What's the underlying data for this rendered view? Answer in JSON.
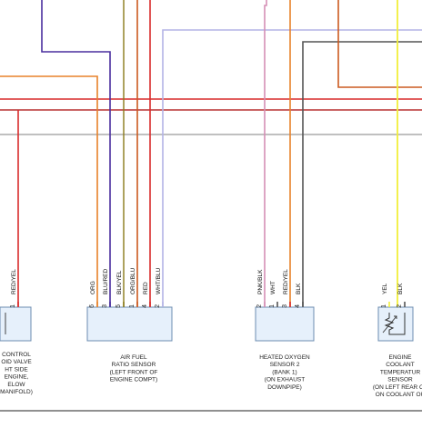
{
  "diagram": {
    "colors": {
      "red": "#d92b2b",
      "dark_red": "#b83232",
      "orange": "#e8822a",
      "blue_red": "#4a2f9e",
      "blk_yel": "#8a7a1a",
      "org_blu": "#cc5a20",
      "wht_blu": "#b4b4e6",
      "pnk_blk": "#d58fb5",
      "blk": "#555555",
      "yel": "#f2ee3a",
      "gray_bus": "#9a9a9a",
      "connector_fill": "#e6f0fb",
      "connector_stroke": "#6c8cb0"
    },
    "components": [
      {
        "id": "purge-solenoid",
        "caption": [
          "CONTROL",
          "OID VALVE",
          "HT SIDE",
          "ENGINE,",
          "ELOW",
          "MANIFOLD)"
        ],
        "pins": [
          {
            "num": "1",
            "wire": "RED/YEL",
            "color": "red"
          }
        ]
      },
      {
        "id": "air-fuel-ratio-sensor",
        "caption": [
          "AIR FUEL",
          "RATIO SENSOR",
          "(LEFT FRONT OF",
          "ENGINE COMPT)"
        ],
        "pins": [
          {
            "num": "6",
            "wire": "ORG",
            "color": "orange"
          },
          {
            "num": "3",
            "wire": "BLU/RED",
            "color": "blue_red"
          },
          {
            "num": "5",
            "wire": "BLK/YEL",
            "color": "blk_yel"
          },
          {
            "num": "1",
            "wire": "ORG/BLU",
            "color": "org_blu"
          },
          {
            "num": "4",
            "wire": "RED",
            "color": "red"
          },
          {
            "num": "2",
            "wire": "WHT/BLU",
            "color": "wht_blu"
          }
        ]
      },
      {
        "id": "heated-oxygen-sensor-2",
        "caption": [
          "HEATED OXYGEN",
          "SENSOR 2",
          "(BANK 1)",
          "(ON EXHAUST",
          "DOWNPIPE)"
        ],
        "pins": [
          {
            "num": "2",
            "wire": "PNK/BLK",
            "color": "pnk_blk"
          },
          {
            "num": "1",
            "wire": "WHT",
            "color": "blk"
          },
          {
            "num": "3",
            "wire": "RED/YEL",
            "color": "red"
          },
          {
            "num": "4",
            "wire": "BLK",
            "color": "blk"
          }
        ]
      },
      {
        "id": "engine-coolant-temp-sensor",
        "caption": [
          "ENGINE",
          "COOLANT",
          "TEMPERATUR",
          "SENSOR",
          "(ON LEFT REAR OF",
          "ON COOLANT OU"
        ],
        "pins": [
          {
            "num": "1",
            "wire": "YEL",
            "color": "yel"
          },
          {
            "num": "2",
            "wire": "BLK",
            "color": "blk"
          }
        ]
      }
    ]
  }
}
